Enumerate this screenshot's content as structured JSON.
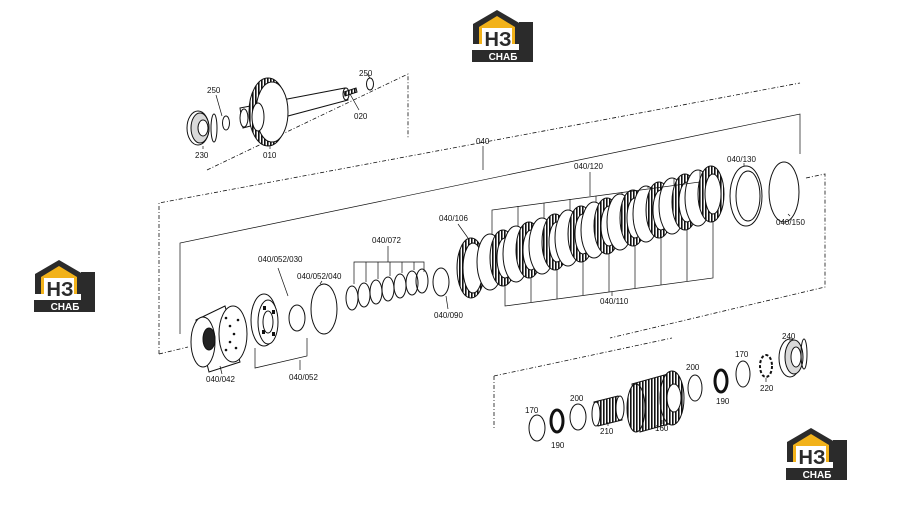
{
  "brand": {
    "mark": "НЗ",
    "name": "СНАБ",
    "colors": {
      "yellow": "#f2b21a",
      "dark": "#2b2b2b",
      "white": "#ffffff"
    }
  },
  "labels": {
    "p250_top": "250",
    "p250_left": "250",
    "p020": "020",
    "p230": "230",
    "p010": "010",
    "p040": "040",
    "p040_130": "040/130",
    "p040_150": "040/150",
    "p040_120": "040/120",
    "p040_106": "040/106",
    "p040_110": "040/110",
    "p040_072": "040/072",
    "p040_090": "040/090",
    "p040_052_030": "040/052/030",
    "p040_052_040": "040/052/040",
    "p040_052": "040/052",
    "p040_042": "040/042",
    "p240": "240",
    "p170_right": "170",
    "p200_right": "200",
    "p190_right": "190",
    "p220": "220",
    "p160": "160",
    "p210": "210",
    "p200_left": "200",
    "p170_left": "170",
    "p190_left": "190"
  }
}
